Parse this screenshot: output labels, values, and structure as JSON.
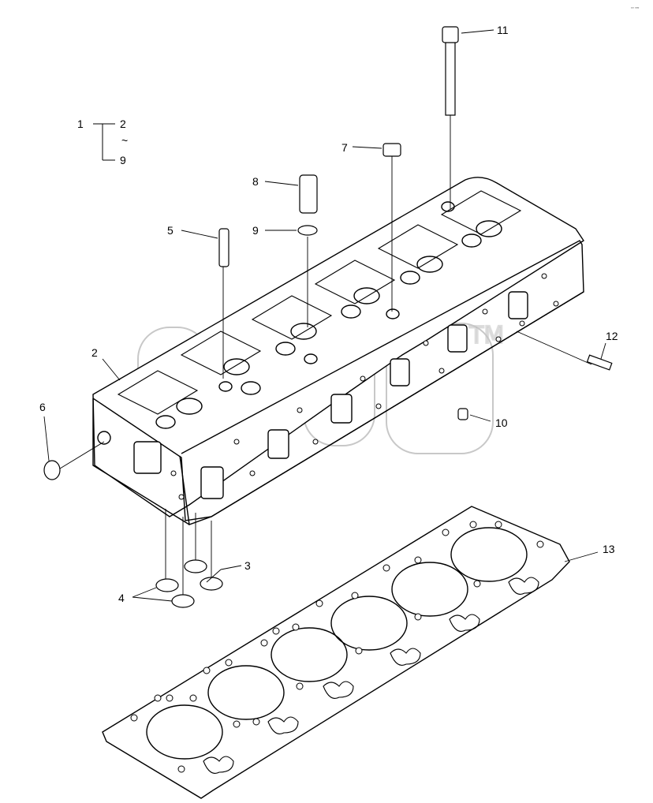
{
  "corner_mark": "ᵉᵐ ⁰⁰⁰",
  "group": {
    "parent": "1",
    "from": "2",
    "tilde": "~",
    "to": "9"
  },
  "callouts": {
    "c2": "2",
    "c3": "3",
    "c4": "4",
    "c5": "5",
    "c6": "6",
    "c7": "7",
    "c8": "8",
    "c9": "9",
    "c10": "10",
    "c11": "11",
    "c12": "12",
    "c13": "13"
  },
  "watermark": {
    "logo_text": "SDGP",
    "tm": "TM"
  },
  "colors": {
    "line": "#000000",
    "background": "#ffffff",
    "watermark": "#b4b4b4"
  }
}
